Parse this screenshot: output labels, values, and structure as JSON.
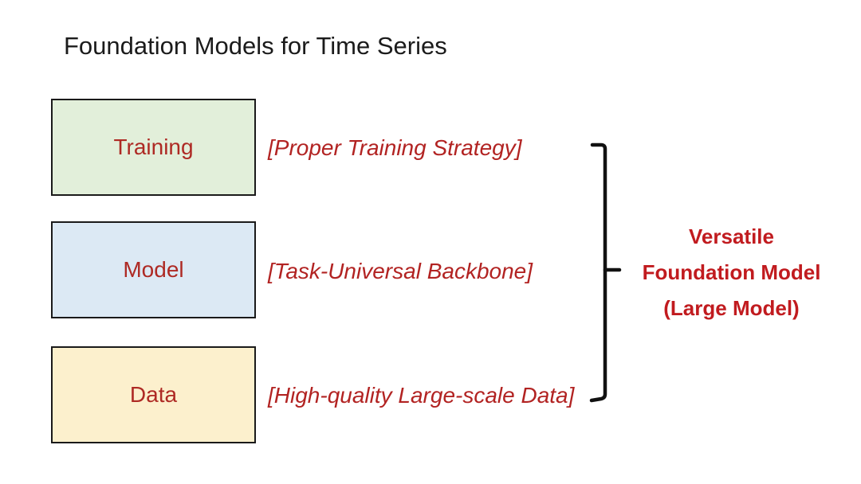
{
  "title": "Foundation Models for Time Series",
  "rows": [
    {
      "label": "Training",
      "annotation": "[Proper Training Strategy]",
      "fill": "#e2efda"
    },
    {
      "label": "Model",
      "annotation": "[Task-Universal Backbone]",
      "fill": "#dce9f4"
    },
    {
      "label": "Data",
      "annotation": "[High-quality Large-scale Data]",
      "fill": "#fcf0cd"
    }
  ],
  "result": {
    "line1": "Versatile",
    "line2": "Foundation Model",
    "line3": "(Large Model)"
  },
  "colors": {
    "box_label_red": "#ae2a24",
    "annotation_red": "#b22322",
    "result_red": "#c11b1f",
    "box_border": "#1a1a1a",
    "title_text": "#1b1b1b",
    "brace": "#111111",
    "background": "#ffffff"
  }
}
